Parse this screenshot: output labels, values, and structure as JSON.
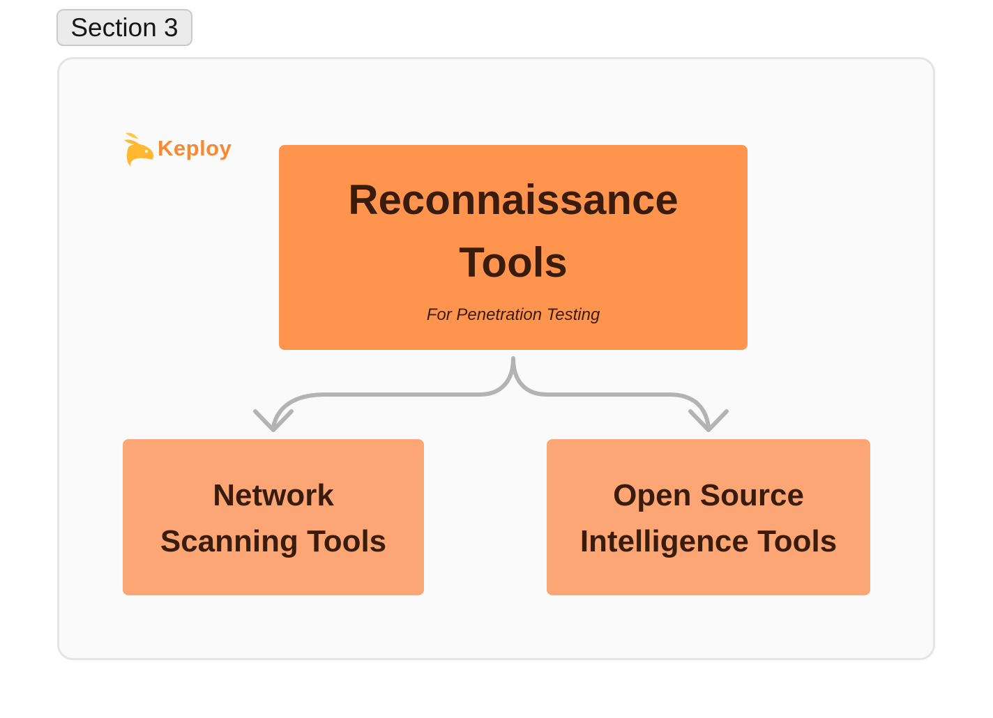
{
  "section_label": "Section 3",
  "logo": {
    "text": "Keploy",
    "icon": "keploy-bunny-icon",
    "color": "#f58a33"
  },
  "main_node": {
    "title_line1": "Reconnaissance",
    "title_line2": "Tools",
    "subtitle": "For Penetration Testing",
    "color": "#ff944f"
  },
  "child_nodes": [
    {
      "line1": "Network",
      "line2": "Scanning Tools",
      "color": "#fba674"
    },
    {
      "line1": "Open Source",
      "line2": "Intelligence Tools",
      "color": "#fba674"
    }
  ],
  "connector_color": "#b3b3b3"
}
